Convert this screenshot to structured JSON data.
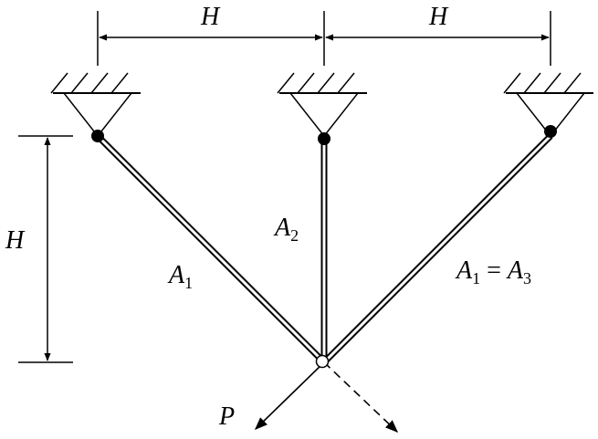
{
  "diagram": {
    "dimension_top_left": "H",
    "dimension_top_right": "H",
    "dimension_left": "H",
    "bar_label_left": {
      "main": "A",
      "sub": "1"
    },
    "bar_label_middle": {
      "main": "A",
      "sub": "2"
    },
    "bar_label_right": {
      "main1": "A",
      "sub1": "1",
      "eq": " = ",
      "main2": "A",
      "sub2": "3"
    },
    "load_label": "P"
  }
}
